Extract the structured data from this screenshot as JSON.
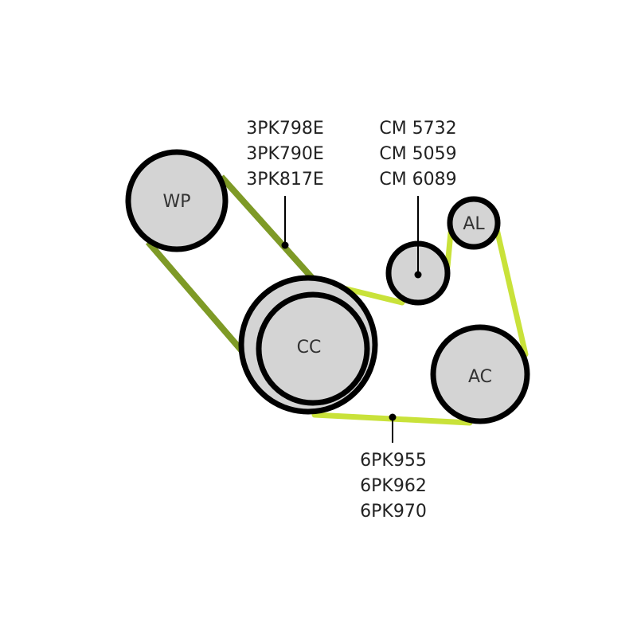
{
  "pulleys": {
    "wp": "WP",
    "cc": "CC",
    "al": "AL",
    "ac": "AC"
  },
  "labels": {
    "belt_3pk": [
      "3PK798E",
      "3PK790E",
      "3PK817E"
    ],
    "tensioner": [
      "CM 5732",
      "CM 5059",
      "CM 6089"
    ],
    "belt_6pk": [
      "6PK955",
      "6PK962",
      "6PK970"
    ]
  },
  "colors": {
    "belt_3pk": "#7e9a26",
    "belt_6pk": "#c9e23a",
    "pulley_fill": "#d4d4d4"
  }
}
